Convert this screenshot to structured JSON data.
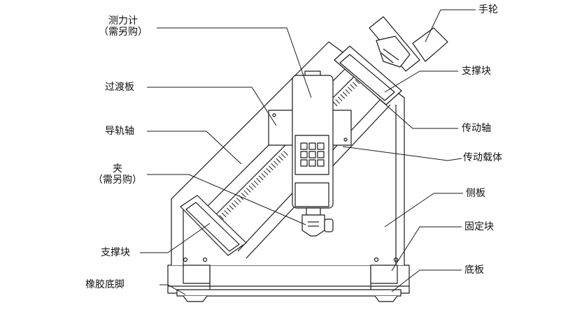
{
  "labels": {
    "force_gauge": "测力计",
    "force_gauge_note": "（需另购）",
    "adapter_plate": "过渡板",
    "guide_shaft": "导轨轴",
    "clamp": "夹",
    "clamp_note": "（需另购）",
    "support_block_left": "支撑块",
    "rubber_feet": "橡胶底脚",
    "handwheel": "手轮",
    "support_block_right": "支撑块",
    "drive_shaft": "传动轴",
    "drive_carrier": "传动载体",
    "side_plate": "侧板",
    "fixed_block": "固定块",
    "base_plate": "底板"
  },
  "colors": {
    "line": "#1a1a1a",
    "fill": "#ffffff"
  }
}
